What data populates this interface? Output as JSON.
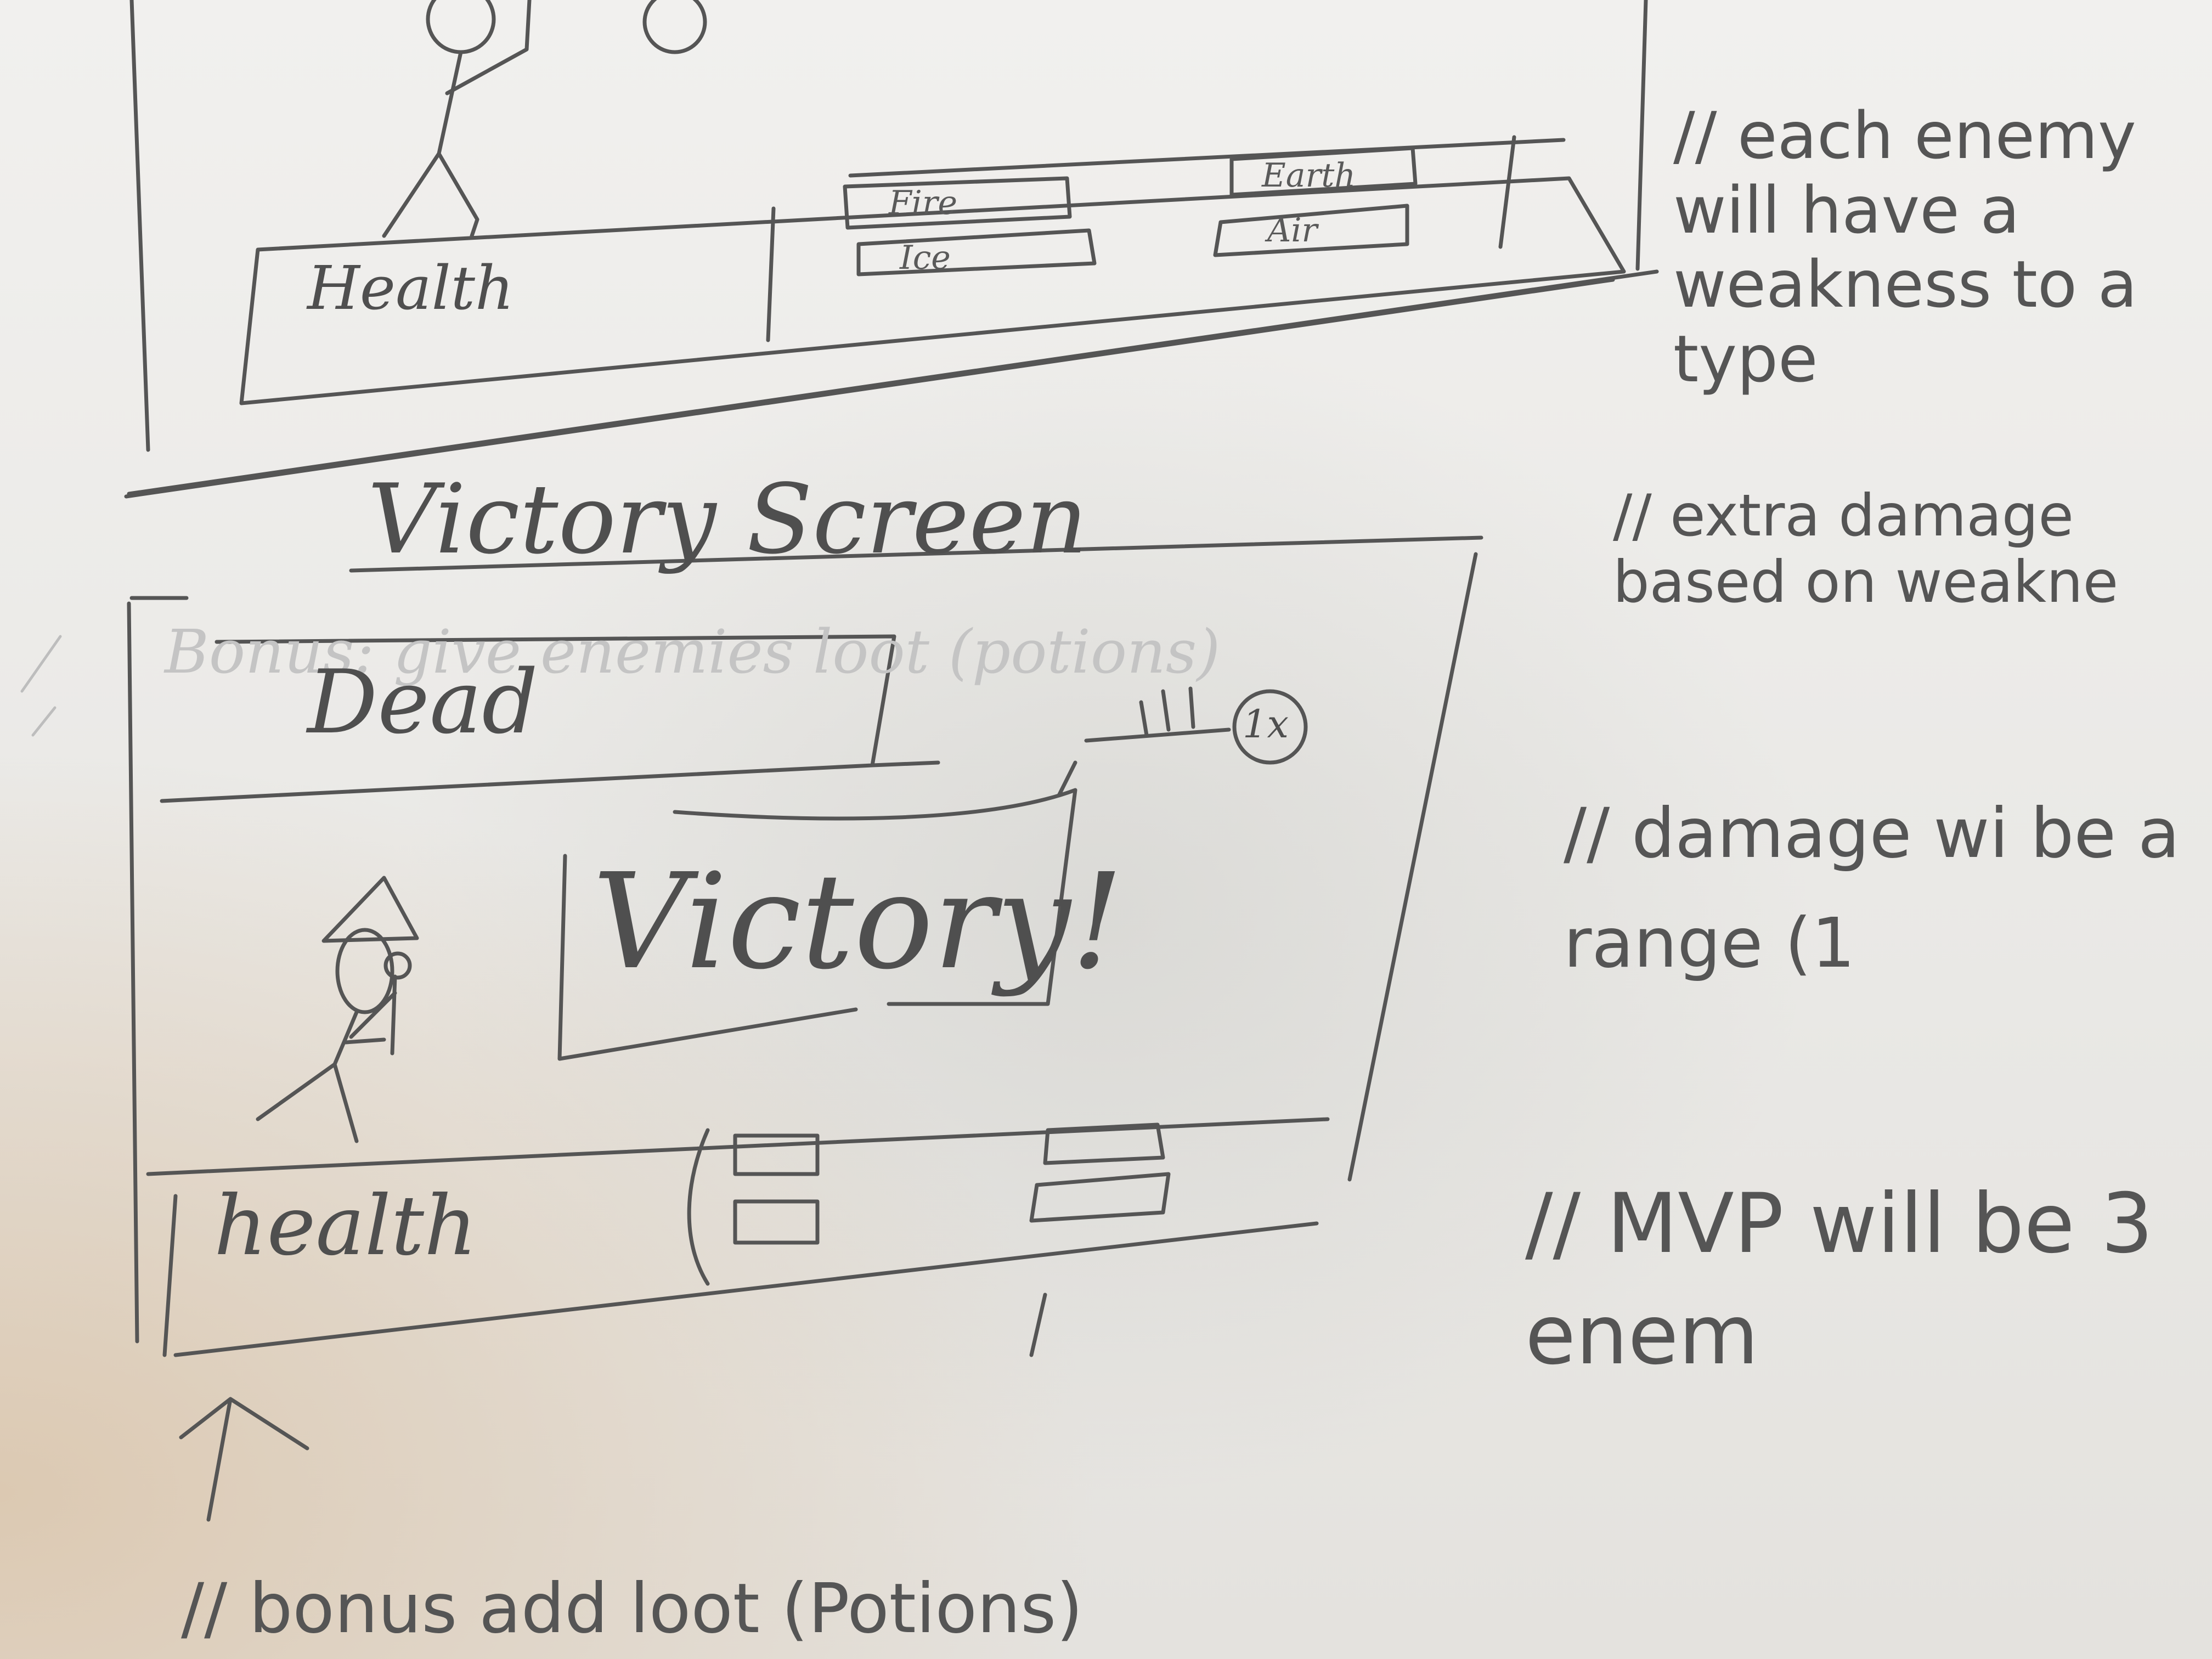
{
  "combat_sketch": {
    "health_label": "Health",
    "buttons": [
      "Fire",
      "Ice",
      "Earth",
      "Air"
    ]
  },
  "victory_sketch": {
    "heading": "Victory Screen",
    "enemy_label": "Dead",
    "banner": "Victory!",
    "loot_badge": "1x",
    "faint_note": "Bonus: give enemies loot (potions)",
    "health_label": "health"
  },
  "notes": [
    "// each enemy will have a weakness to a type",
    "// extra damage based on weakne",
    "// damage wi be a range (1",
    "// MVP will be 3 enem",
    "// bonus add loot (Potions)"
  ]
}
